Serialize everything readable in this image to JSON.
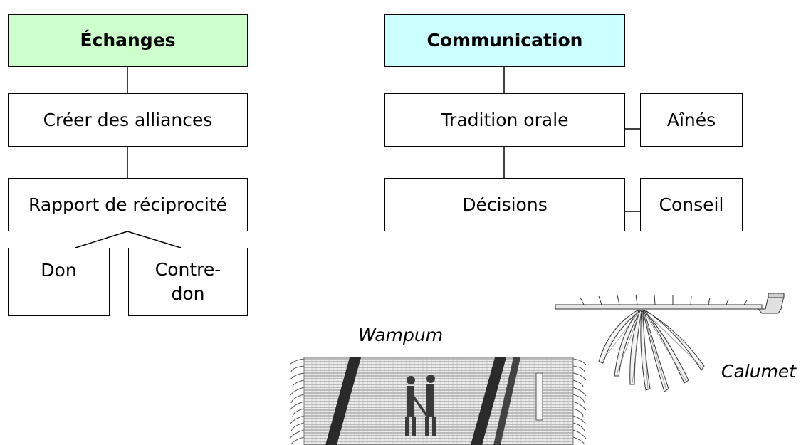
{
  "left": {
    "title": "Échanges",
    "alliances": "Créer des alliances",
    "reciprocity": "Rapport de réciprocité",
    "don": "Don",
    "contre_don_1": "Contre-",
    "contre_don_2": "don"
  },
  "right": {
    "title": "Communication",
    "oral": "Tradition orale",
    "aines": "Aînés",
    "decisions": "Décisions",
    "conseil": "Conseil"
  },
  "captions": {
    "wampum": "Wampum",
    "calumet": "Calumet"
  },
  "colors": {
    "echanges_fill": "#ccffcc",
    "communication_fill": "#ccffff",
    "line": "#000000"
  }
}
